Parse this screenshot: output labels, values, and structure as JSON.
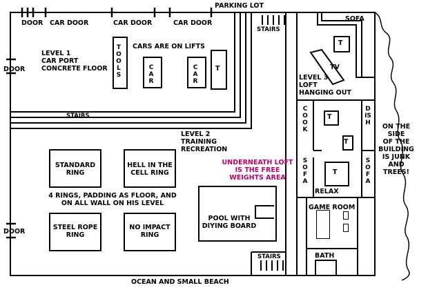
{
  "labels": {
    "parking_lot": "PARKING LOT",
    "door_top": "DOOR",
    "car_door_1": "CAR DOOR",
    "car_door_2": "CAR DOOR",
    "car_door_3": "CAR DOOR",
    "door_left_1": "DOOR",
    "door_left_2": "DOOR",
    "level1": "LEVEL 1\nCAR PORT\nCONCRETE FLOOR",
    "tools": "TOOLS",
    "cars_on_lifts": "CARS ARE ON LIFTS",
    "car_1": "CAR",
    "car_2": "CAR",
    "t_lift": "T",
    "stairs_left": "STAIRS",
    "stairs_top": "STAIRS",
    "stairs_bottom": "STAIRS",
    "level2": "LEVEL 2\nTRAINING\nRECREATION",
    "ring_standard": "STANDARD\nRING",
    "ring_hell": "HELL IN THE\nCELL RING",
    "rings_note": "4 RINGS, PADDING AS FLOOR, AND\nON ALL WALL ON HIS LEVEL",
    "ring_steel": "STEEL ROPE\nRING",
    "ring_noimpact": "NO IMPACT\nRING",
    "free_weights": "UNDERNEATH LOFT\nIS THE FREE\nWEIGHTS AREA",
    "pool": "POOL WITH\nDIYING BOARD",
    "level3": "LEVEL 3\nLOFT\nHANGING OUT",
    "sofa_top": "SOFA",
    "tv": "TV",
    "t_top": "T",
    "cook": "COOK",
    "dish": "DISH",
    "t_cook": "T",
    "t_dish": "T",
    "sofa_left": "SOFA",
    "sofa_right": "SOFA",
    "t_relax": "T",
    "relax": "RELAX",
    "game_room": "GAME ROOM",
    "bath": "BATH",
    "junk": "ON THE SIDE\nOF THE\nBUILDING\nIS JUNK\nAND\nTREES!",
    "ocean": "OCEAN AND SMALL BEACH"
  },
  "colors": {
    "ink": "#000000",
    "note": "#c0006a",
    "paper": "#ffffff"
  }
}
